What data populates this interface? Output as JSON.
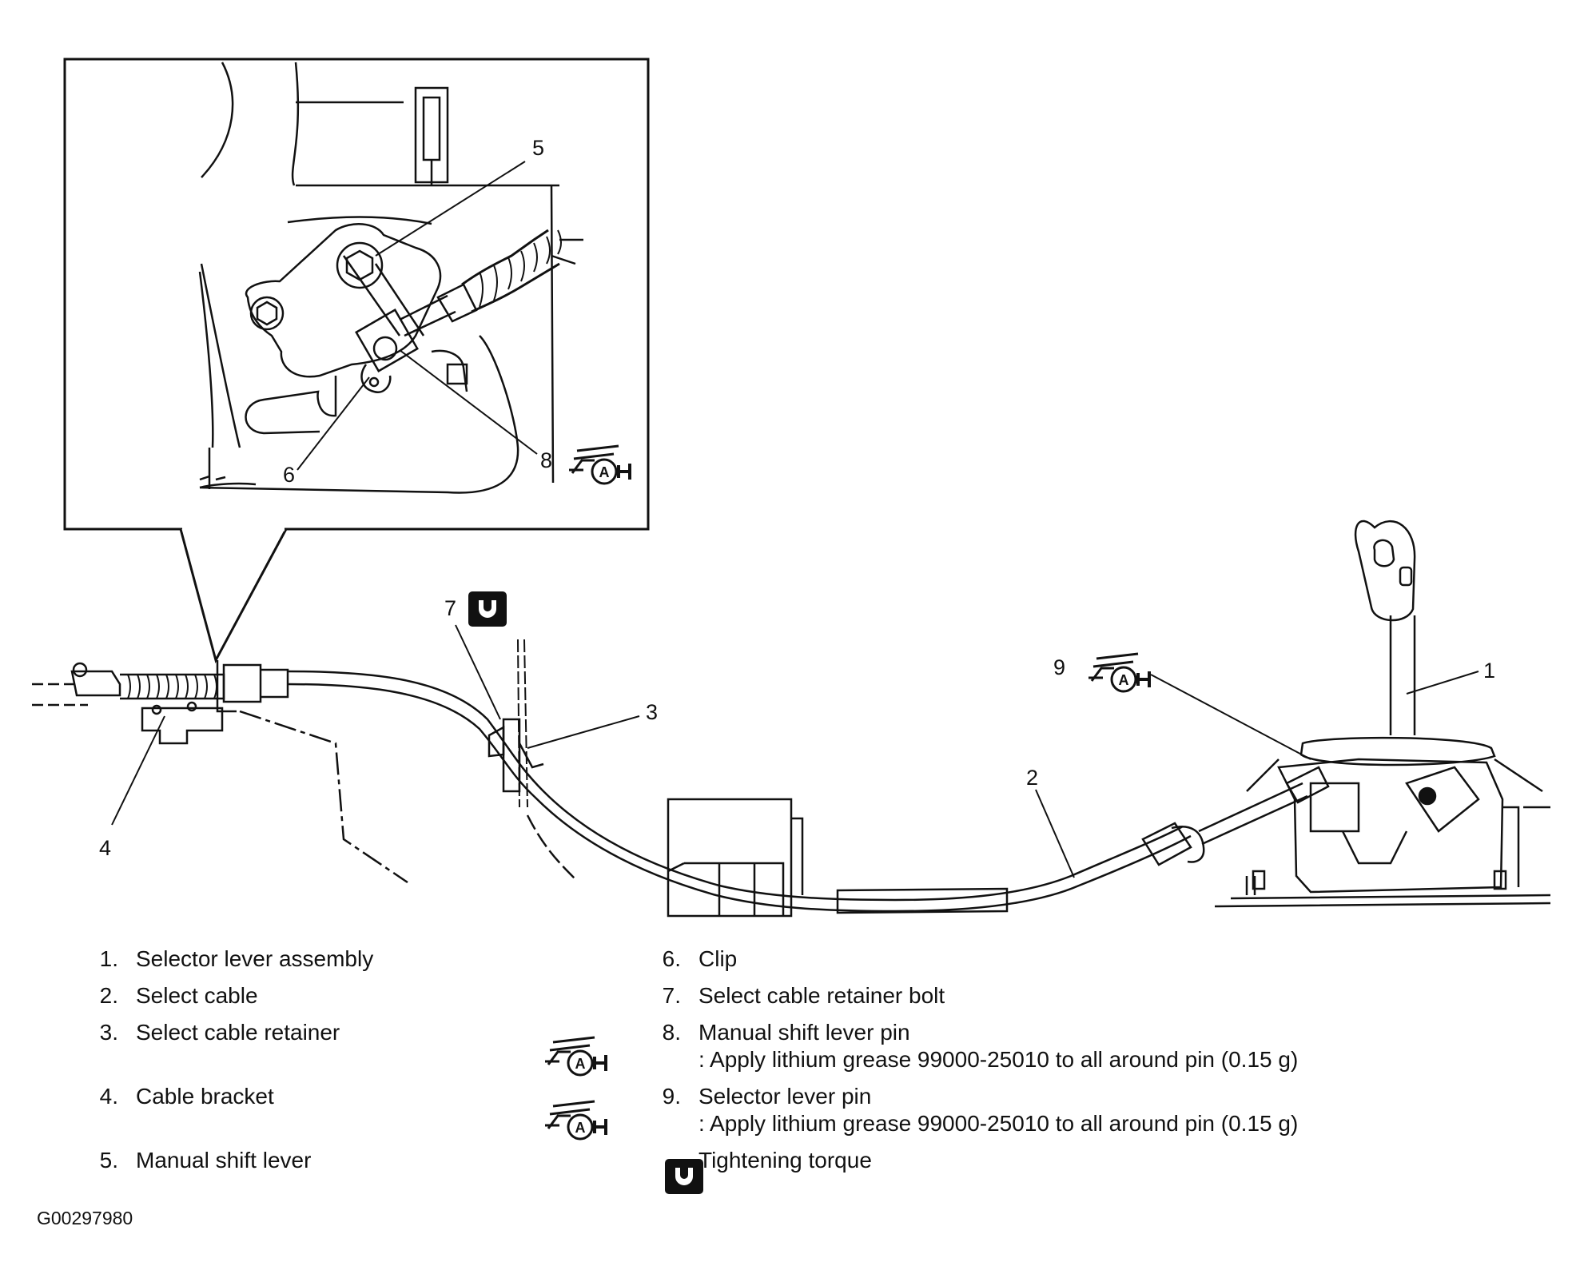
{
  "callouts": {
    "c1": "1",
    "c2": "2",
    "c3": "3",
    "c4": "4",
    "c5": "5",
    "c6": "6",
    "c7": "7",
    "c8": "8",
    "c9": "9"
  },
  "grease_icon_letter": "A",
  "icons": {
    "grease": "grease-apply-icon",
    "torque": "tightening-torque-icon"
  },
  "legend": {
    "items": [
      {
        "number": "1.",
        "label": "Selector lever assembly"
      },
      {
        "number": "2.",
        "label": "Select cable"
      },
      {
        "number": "3.",
        "label": "Select cable retainer"
      },
      {
        "number": "4.",
        "label": "Cable bracket"
      },
      {
        "number": "5.",
        "label": "Manual shift lever"
      },
      {
        "number": "6.",
        "label": "Clip"
      },
      {
        "number": "7.",
        "label": "Select cable retainer bolt"
      },
      {
        "number": "8.",
        "label": "Manual shift lever pin",
        "note": ": Apply lithium grease 99000-25010 to all around pin (0.15 g)"
      },
      {
        "number": "9.",
        "label": "Selector lever pin",
        "note": ": Apply lithium grease 99000-25010 to all around pin (0.15 g)"
      }
    ],
    "torque_label": "Tightening torque"
  },
  "figure_id": "G00297980"
}
